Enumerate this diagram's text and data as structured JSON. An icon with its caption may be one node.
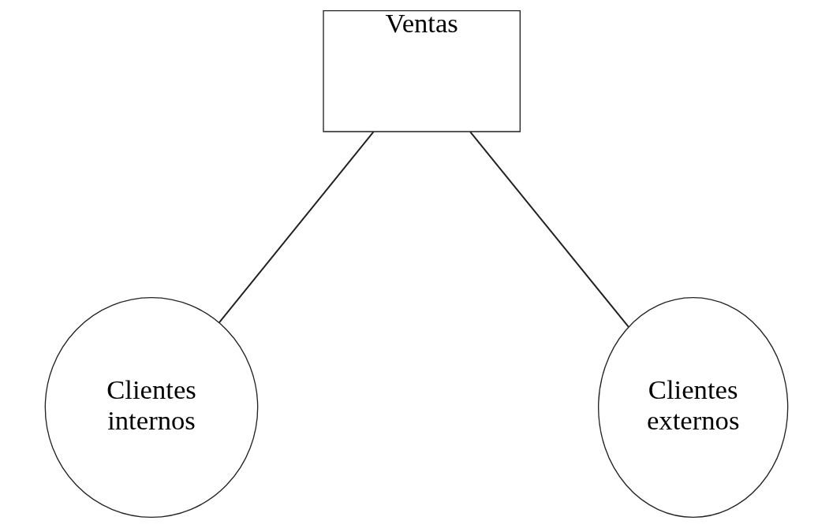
{
  "diagram": {
    "nodes": [
      {
        "text": [
          "Ventas"
        ]
      },
      {
        "text": [
          "Clientes internos"
        ]
      },
      {
        "text": [
          "Clientes externos"
        ]
      }
    ],
    "edges": [
      {
        "from": 0,
        "to": 1,
        "arrow": "none"
      },
      {
        "from": 0,
        "to": 2,
        "arrow": "none"
      }
    ]
  }
}
